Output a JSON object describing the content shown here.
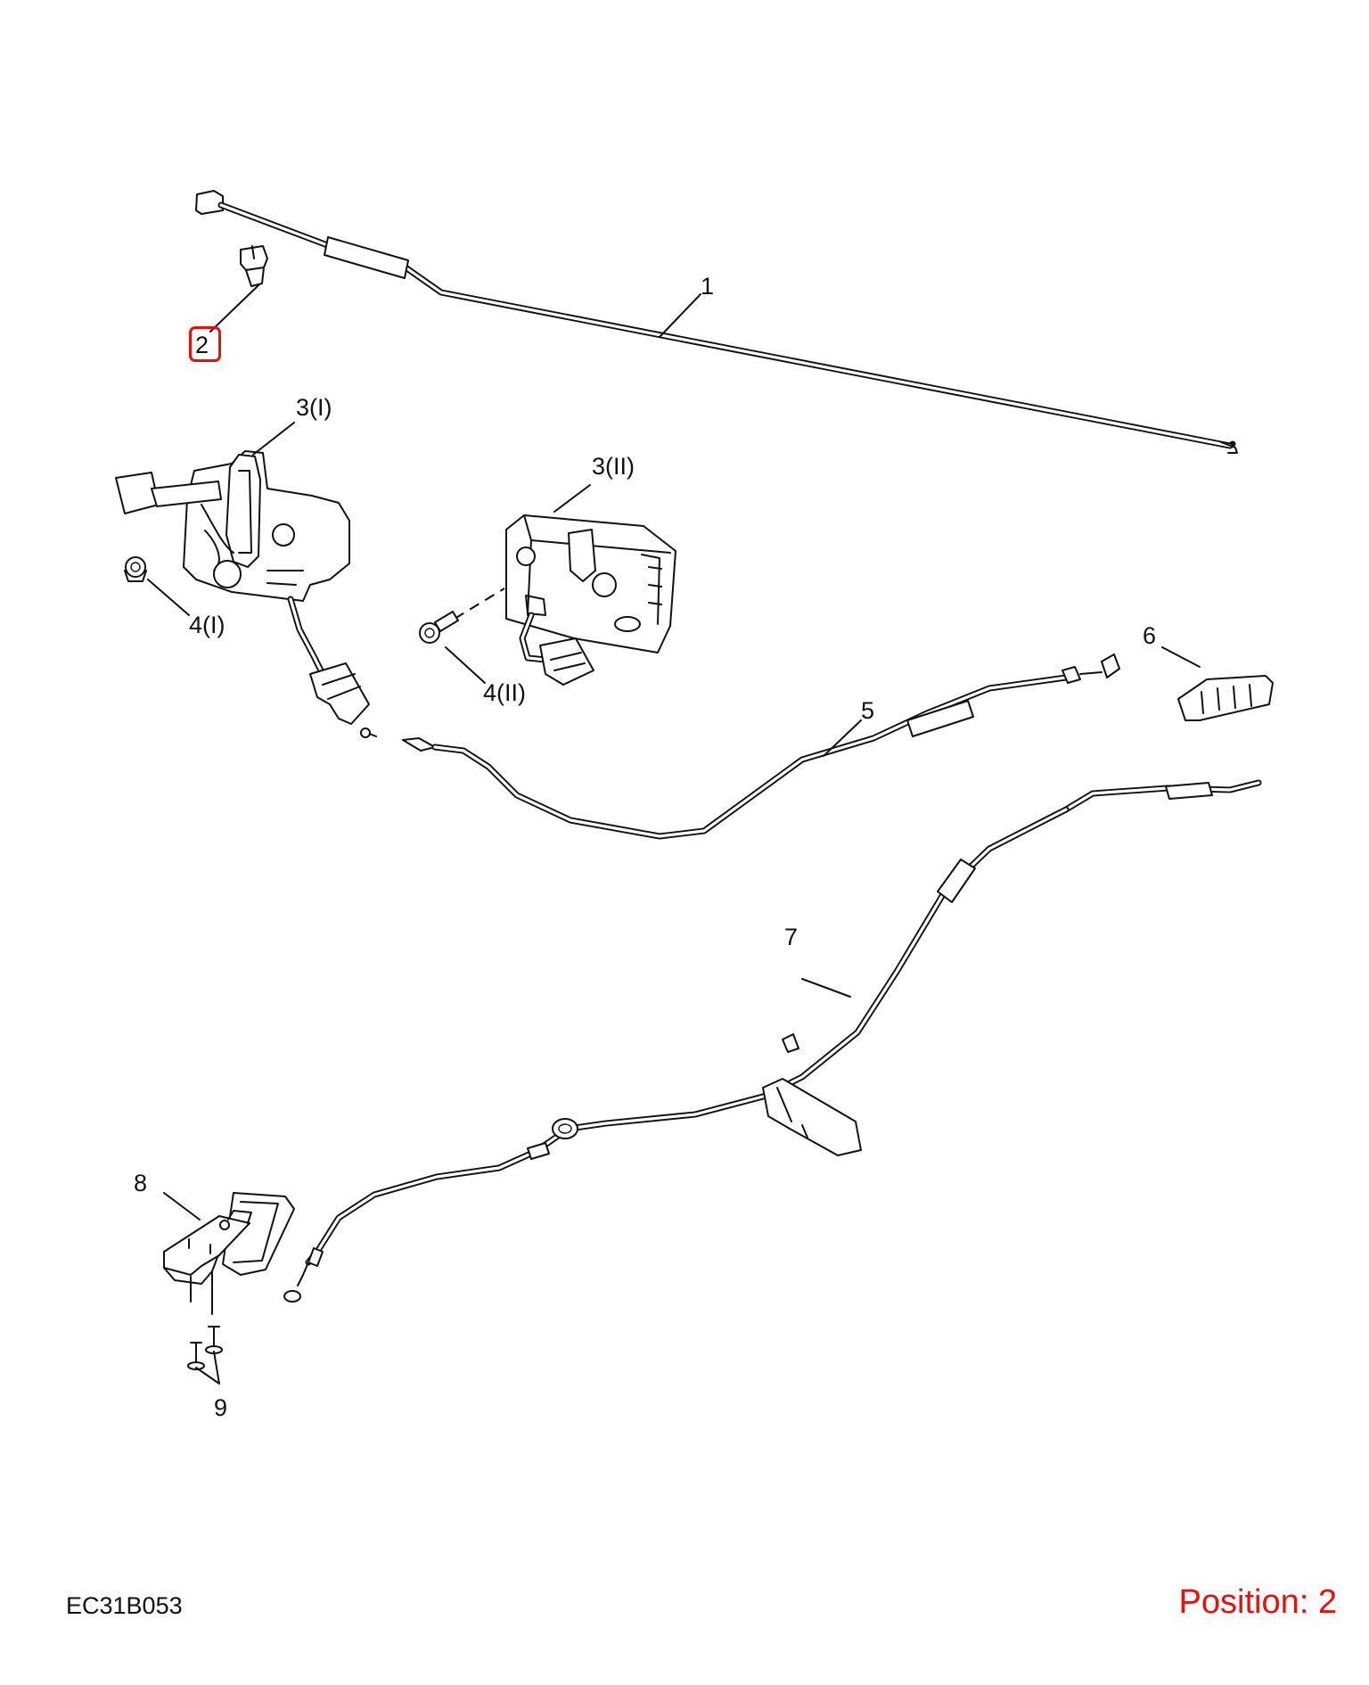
{
  "callouts": [
    {
      "id": "1",
      "text": "1"
    },
    {
      "id": "2",
      "text": "2"
    },
    {
      "id": "3i",
      "text": "3(I)"
    },
    {
      "id": "3ii",
      "text": "3(II)"
    },
    {
      "id": "4i",
      "text": "4(I)"
    },
    {
      "id": "4ii",
      "text": "4(II)"
    },
    {
      "id": "5",
      "text": "5"
    },
    {
      "id": "6",
      "text": "6"
    },
    {
      "id": "7",
      "text": "7"
    },
    {
      "id": "8",
      "text": "8"
    },
    {
      "id": "9",
      "text": "9"
    }
  ],
  "figure_code": "EC31B053",
  "position_label": "Position: 2",
  "highlighted_callout": "2",
  "colors": {
    "highlight": "#e8100c",
    "ink": "#111111",
    "background": "#ffffff"
  }
}
